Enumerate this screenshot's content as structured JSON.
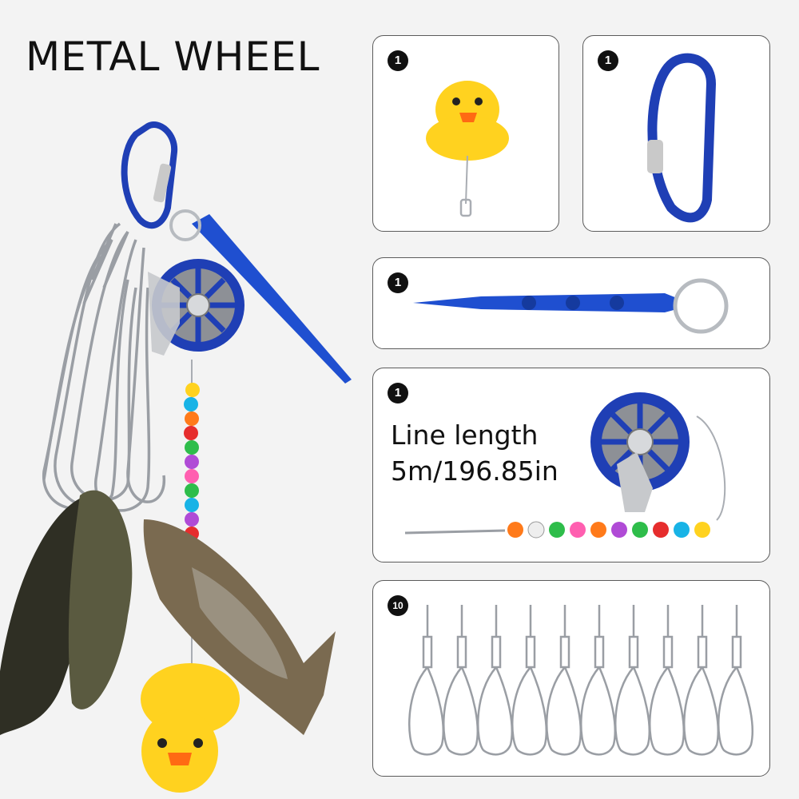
{
  "title": "METAL WHEEL",
  "cards": [
    {
      "id": "duck",
      "quantity": "1",
      "icon": "rubber-duck-float-icon"
    },
    {
      "id": "carabiner",
      "quantity": "1",
      "icon": "carabiner-icon"
    },
    {
      "id": "stake",
      "quantity": "1",
      "icon": "ground-stake-icon"
    },
    {
      "id": "reel",
      "quantity": "1",
      "icon": "line-reel-icon",
      "label_line1": "Line length",
      "label_line2": "5m/196.85in"
    },
    {
      "id": "snaps",
      "quantity": "10",
      "icon": "stringer-snap-icon"
    }
  ],
  "colors": {
    "accent_blue": "#1f3fb5",
    "duck_yellow": "#ffd21f",
    "beak_orange": "#ff6a13",
    "steel": "#a9adb3"
  }
}
